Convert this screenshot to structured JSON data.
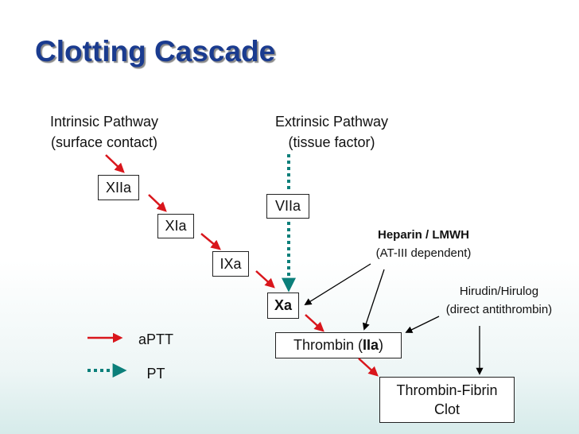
{
  "title": "Clotting Cascade",
  "intrinsic": {
    "line1": "Intrinsic Pathway",
    "line2": "(surface contact)"
  },
  "extrinsic": {
    "line1": "Extrinsic Pathway",
    "line2": "(tissue factor)"
  },
  "factors": {
    "xiia": "XIIa",
    "xia": "XIa",
    "ixa": "IXa",
    "viia": "VIIa",
    "xa": "Xa",
    "thrombin_prefix": "Thrombin (",
    "thrombin_bold": "IIa",
    "thrombin_suffix": ")",
    "clot_line1": "Thrombin-Fibrin",
    "clot_line2": "Clot"
  },
  "heparin": {
    "name": "Heparin / LMWH",
    "note": "(AT-III dependent)"
  },
  "hirudin": {
    "name": "Hirudin/Hirulog",
    "note": "(direct antithrombin)"
  },
  "legend": {
    "solid_label": "aPTT",
    "dotted_label": "PT"
  },
  "colors": {
    "title": "#1a3b8f",
    "intrinsic_arrow": "#d9161c",
    "extrinsic_arrow": "#0b7f7a",
    "inhibitor_arrow": "#000000"
  }
}
